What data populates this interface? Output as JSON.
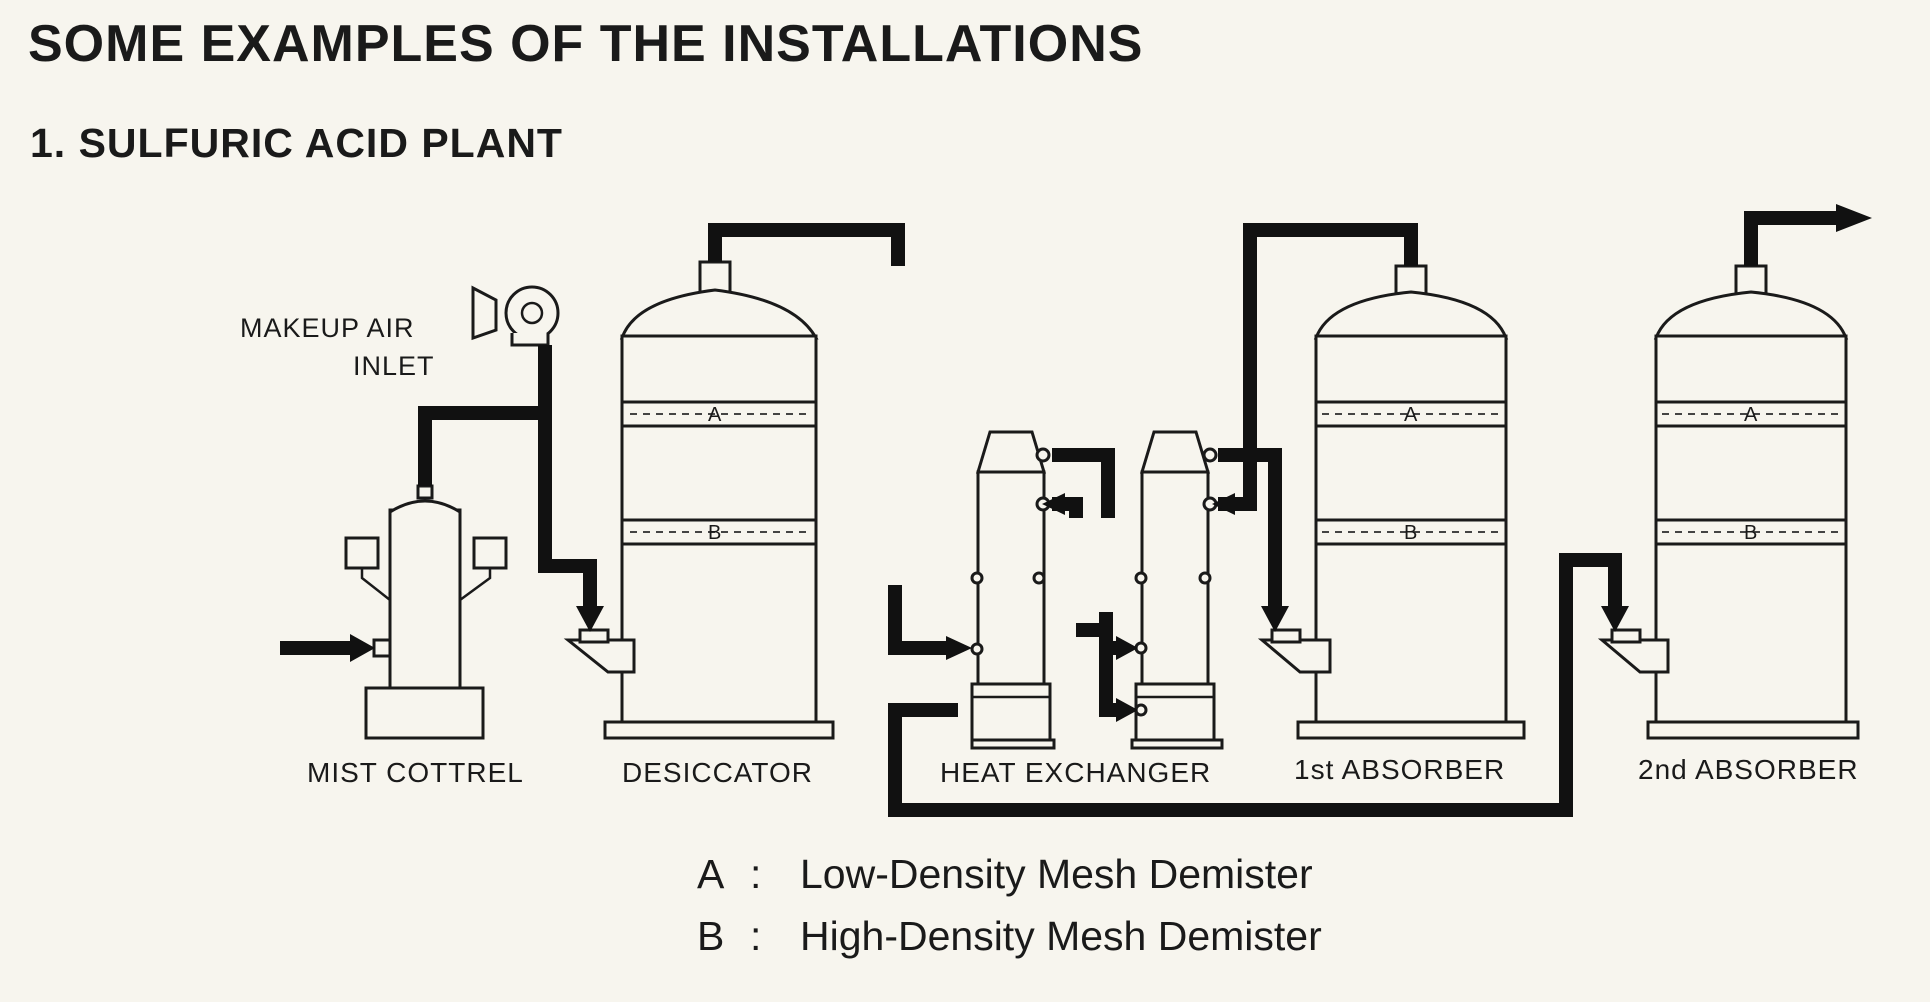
{
  "header": {
    "title": "SOME EXAMPLES OF THE INSTALLATIONS",
    "section": "1.  SULFURIC ACID PLANT"
  },
  "diagram": {
    "makeup_air_line1": "MAKEUP AIR",
    "makeup_air_line2": "INLET",
    "band_a": "A",
    "band_b": "B",
    "labels": {
      "mist_cottrel": "MIST COTTREL",
      "desiccator": "DESICCATOR",
      "heat_exchanger": "HEAT EXCHANGER",
      "absorber1": "1st ABSORBER",
      "absorber2": "2nd ABSORBER"
    }
  },
  "legend": [
    {
      "key": "A",
      "sep": ":",
      "text": "Low-Density Mesh Demister"
    },
    {
      "key": "B",
      "sep": ":",
      "text": "High-Density Mesh Demister"
    }
  ]
}
